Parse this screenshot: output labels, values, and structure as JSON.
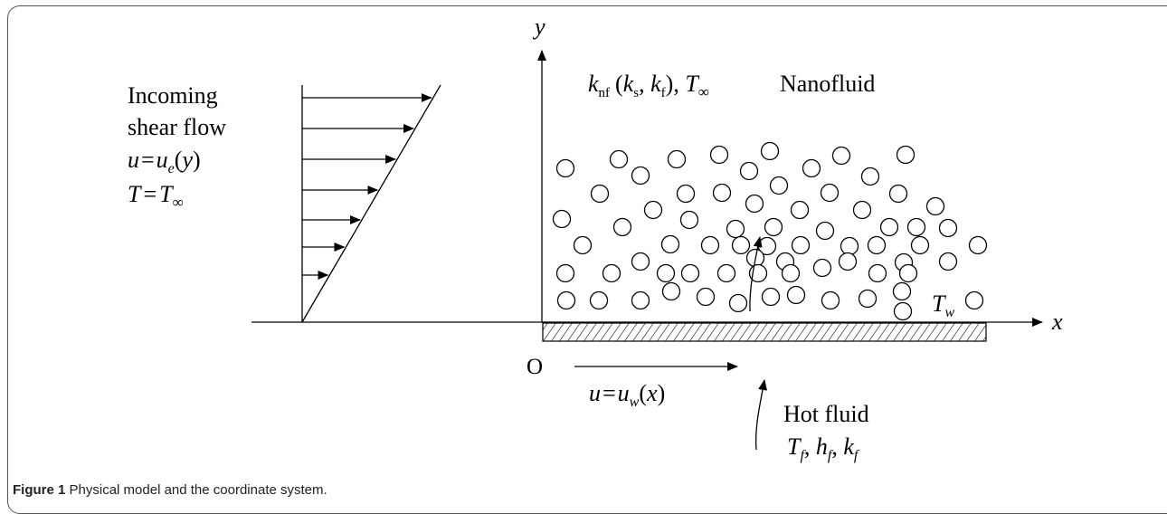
{
  "figure": {
    "caption_label": "Figure 1",
    "caption_text": "Physical model and the coordinate system."
  },
  "labels": {
    "incoming_line1": "Incoming",
    "incoming_line2": "shear flow",
    "nanofluid": "Nanofluid",
    "hot_fluid": "Hot fluid",
    "axis_y": "y",
    "axis_x": "x",
    "origin": "O"
  },
  "equations": {
    "velocity_inflow": "u = u_e(y)",
    "temperature_inflow": "T = T_∞",
    "conductivity": "k_nf (k_s, k_f), T_∞",
    "wall_temperature": "T_w",
    "wall_velocity": "u = u_w(x)",
    "hot_fluid_props": "T_f, h_f, k_f"
  },
  "colors": {
    "ink": "#000000",
    "frame": "#555555"
  }
}
